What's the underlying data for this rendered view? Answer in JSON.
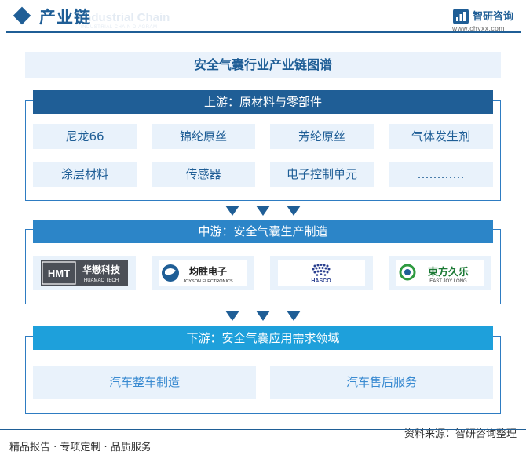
{
  "header": {
    "title": "产业链",
    "watermark_text": "Industrial Chain",
    "watermark_subtext": "INDUSTRIAL CHAIN DIAGRAM",
    "brand_name": "智研咨询",
    "brand_url": "www.chyxx.com",
    "accent_color": "#1f5e96"
  },
  "diagram": {
    "title": "安全气囊行业产业链图谱",
    "upstream": {
      "title": "上游：原材料与零部件",
      "items": [
        "尼龙66",
        "锦纶原丝",
        "芳纶原丝",
        "气体发生剂",
        "涂层材料",
        "传感器",
        "电子控制单元",
        "…………"
      ]
    },
    "midstream": {
      "title": "中游：安全气囊生产制造",
      "companies": [
        {
          "mark": "HMT",
          "cn": "华懋科技",
          "en": "HUAMAO TECH"
        },
        {
          "cn": "均胜电子",
          "en": "JOYSON ELECTRONICS"
        },
        {
          "en": "HASCO"
        },
        {
          "cn": "東方久乐",
          "en": "EAST JOY LONG"
        }
      ]
    },
    "downstream": {
      "title": "下游：安全气囊应用需求领域",
      "items": [
        "汽车整车制造",
        "汽车售后服务"
      ]
    }
  },
  "footer": {
    "left": "精品报告 · 专项定制 · 品质服务",
    "source": "资料来源：智研咨询整理"
  }
}
